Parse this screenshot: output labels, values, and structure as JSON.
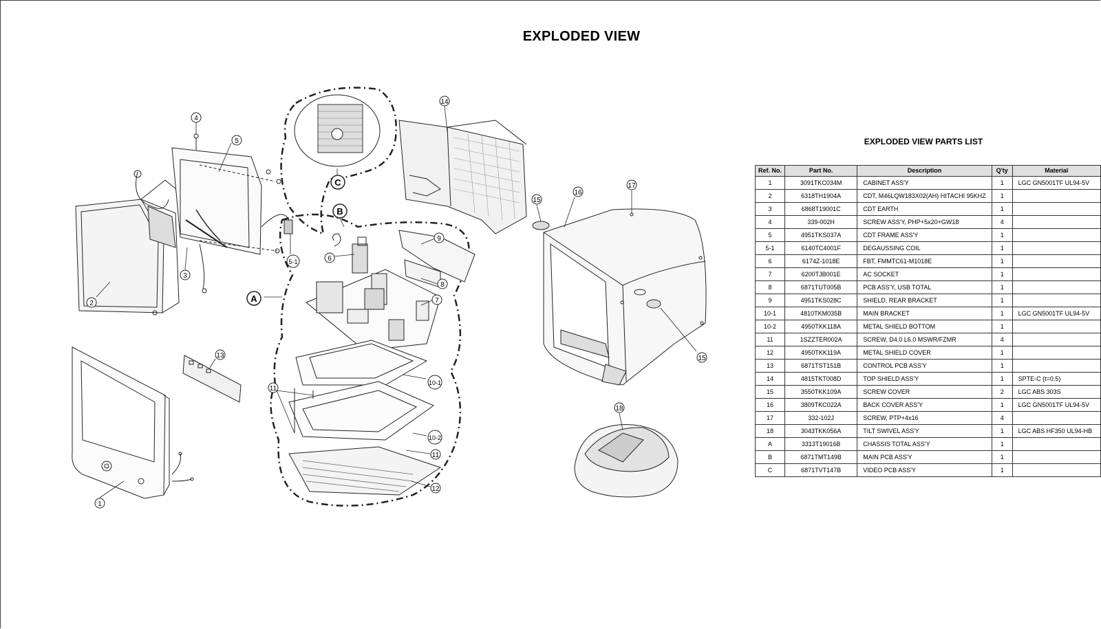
{
  "title": "EXPLODED VIEW",
  "parts_list": {
    "title": "EXPLODED VIEW PARTS LIST",
    "columns": [
      "Ref. No.",
      "Part No.",
      "Description",
      "Q'ty",
      "Material"
    ],
    "rows": [
      {
        "ref": "1",
        "part_no": "3091TKC034M",
        "description": "CABINET ASS'Y",
        "qty": "1",
        "material": "LGC GN5001TF    UL94-5V"
      },
      {
        "ref": "2",
        "part_no": "6318TH1904A",
        "description": "CDT, M46LQW183X02(AH) HITACHI 95KHZ",
        "qty": "1",
        "material": ""
      },
      {
        "ref": "3",
        "part_no": "6868T19001C",
        "description": "CDT EARTH",
        "qty": "1",
        "material": ""
      },
      {
        "ref": "4",
        "part_no": "339-002H",
        "description": "SCREW ASS'Y, PHP+5x20+GW18",
        "qty": "4",
        "material": ""
      },
      {
        "ref": "5",
        "part_no": "4951TKS037A",
        "description": "CDT FRAME ASS'Y",
        "qty": "1",
        "material": ""
      },
      {
        "ref": "5-1",
        "part_no": "6140TC4001F",
        "description": "DEGAUSSING COIL",
        "qty": "1",
        "material": ""
      },
      {
        "ref": "6",
        "part_no": "6174Z-1018E",
        "description": "FBT, FMMTC61-M1018E",
        "qty": "1",
        "material": ""
      },
      {
        "ref": "7",
        "part_no": "6200TJB001E",
        "description": "AC SOCKET",
        "qty": "1",
        "material": ""
      },
      {
        "ref": "8",
        "part_no": "6871TUT005B",
        "description": "PCB ASS'Y, USB TOTAL",
        "qty": "1",
        "material": ""
      },
      {
        "ref": "9",
        "part_no": "4951TKS028C",
        "description": "SHIELD, REAR BRACKET",
        "qty": "1",
        "material": ""
      },
      {
        "ref": "10-1",
        "part_no": "4810TKM035B",
        "description": "MAIN BRACKET",
        "qty": "1",
        "material": "LGC GN5001TF    UL94-5V"
      },
      {
        "ref": "10-2",
        "part_no": "4950TKK118A",
        "description": "METAL SHIELD BOTTOM",
        "qty": "1",
        "material": ""
      },
      {
        "ref": "11",
        "part_no": "1SZZTER002A",
        "description": "SCREW, D4.0 L6.0 MSWR/FZMR",
        "qty": "4",
        "material": ""
      },
      {
        "ref": "12",
        "part_no": "4950TKK119A",
        "description": "METAL SHIELD COVER",
        "qty": "1",
        "material": ""
      },
      {
        "ref": "13",
        "part_no": "6871TST151B",
        "description": "CONTROL PCB ASS'Y",
        "qty": "1",
        "material": ""
      },
      {
        "ref": "14",
        "part_no": "4815TKT008D",
        "description": "TOP SHIELD ASS'Y",
        "qty": "1",
        "material": "SPTE-C (t=0.5)"
      },
      {
        "ref": "15",
        "part_no": "3550TKK109A",
        "description": "SCREW COVER",
        "qty": "2",
        "material": "LGC ABS 303S"
      },
      {
        "ref": "16",
        "part_no": "3809TKC022A",
        "description": "BACK COVER ASS'Y",
        "qty": "1",
        "material": "LGC GN5001TF    UL94-5V"
      },
      {
        "ref": "17",
        "part_no": "332-102J",
        "description": "SCREW, PTP+4x16",
        "qty": "4",
        "material": ""
      },
      {
        "ref": "18",
        "part_no": "3043TKK056A",
        "description": "TILT SWIVEL ASS'Y",
        "qty": "1",
        "material": "LGC ABS HF350   UL94-HB"
      },
      {
        "ref": "A",
        "part_no": "3313T19016B",
        "description": "CHASSIS TOTAL ASS'Y",
        "qty": "1",
        "material": ""
      },
      {
        "ref": "B",
        "part_no": "6871TMT149B",
        "description": "MAIN PCB ASS'Y",
        "qty": "1",
        "material": ""
      },
      {
        "ref": "C",
        "part_no": "6871TVT147B",
        "description": "VIDEO PCB ASS'Y",
        "qty": "1",
        "material": ""
      }
    ]
  },
  "callouts": {
    "c1": "1",
    "c2": "2",
    "c3": "3",
    "c4": "4",
    "c5": "5",
    "c5_1": "5-1",
    "c6": "6",
    "c7": "7",
    "c8": "8",
    "c9": "9",
    "c10_1": "10-1",
    "c10_2": "10-2",
    "c11a": "11",
    "c11b": "11",
    "c12": "12",
    "c13": "13",
    "c14": "14",
    "c15a": "15",
    "c15b": "15",
    "c16": "16",
    "c17": "17",
    "c18": "18",
    "cA": "A",
    "cB": "B",
    "cC": "C"
  }
}
